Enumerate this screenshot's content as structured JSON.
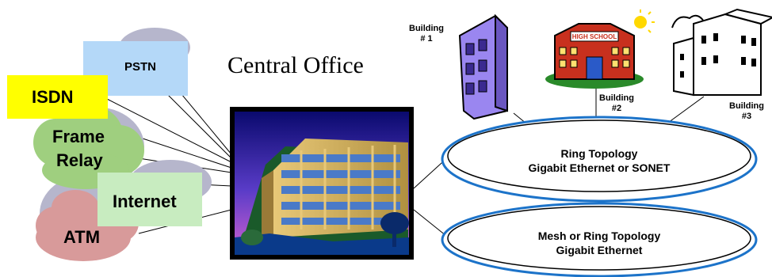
{
  "networks": {
    "pstn": "PSTN",
    "isdn": "ISDN",
    "frame_relay_line1": "Frame",
    "frame_relay_line2": "Relay",
    "internet": "Internet",
    "atm": "ATM"
  },
  "central_office": {
    "title": "Central Office"
  },
  "buildings": {
    "b1_line1": "Building",
    "b1_line2": "# 1",
    "b2_line1": "Building",
    "b2_line2": "#2",
    "b3_line1": "Building",
    "b3_line2": "#3",
    "school_sign": "HIGH SCHOOL"
  },
  "rings": {
    "ring_line1": "Ring Topology",
    "ring_line2": "Gigabit Ethernet or SONET",
    "mesh_line1": "Mesh or Ring Topology",
    "mesh_line2": "Gigabit Ethernet"
  },
  "colors": {
    "pstn_box": "#b4d8f8",
    "isdn_box": "#ffff00",
    "frame_cloud": "#9fcf7f",
    "internet_box": "#c8ecc0",
    "atm_cloud": "#d89a9a",
    "cloud_gray": "#b6b6cc",
    "ring_blue": "#1c73c9",
    "building1": "#9a86f0",
    "school_red": "#c8301e"
  }
}
